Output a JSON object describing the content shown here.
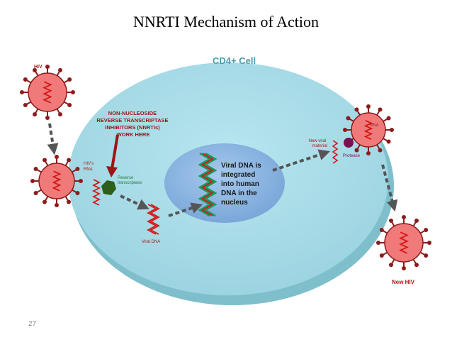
{
  "slide": {
    "title": "NNRTI Mechanism of Action",
    "page_number": "27"
  },
  "diagram": {
    "cell_label": "CD4+ Cell",
    "hiv_label": "HIV",
    "nnrti_callout": [
      "NON-NUCLEOSIDE",
      "REVERSE TRANSCRIPTASE",
      "INHIBITORS (NNRTIs)",
      "WORK HERE"
    ],
    "hivs_rna_label": [
      "HIV's",
      "RNA"
    ],
    "reverse_transcriptase_label": [
      "Reverse",
      "transcriptase"
    ],
    "viral_dna_label": "Viral DNA",
    "nucleus_text": [
      "Viral DNA is",
      "integrated",
      "into human",
      "DNA in the",
      "nucleus"
    ],
    "new_viral_material_label": [
      "New viral",
      "material"
    ],
    "protease_label": "Protease",
    "rna_label": "RNA",
    "new_hiv_label": "New HIV",
    "colors": {
      "cell_fill": "#a9dde8",
      "cell_rim": "#7fbfcc",
      "nucleus_fill": "#8cb7e3",
      "virus_fill": "#f07a7a",
      "virus_spike": "#8c1c1c",
      "strand_red": "#d41818",
      "strand_green": "#1a9a5a",
      "arrow_gray": "#555555",
      "callout_red": "#9c1414",
      "label_red": "#b01818",
      "rt_green": "#2e5e1c",
      "protease_purple": "#7a1050"
    }
  }
}
